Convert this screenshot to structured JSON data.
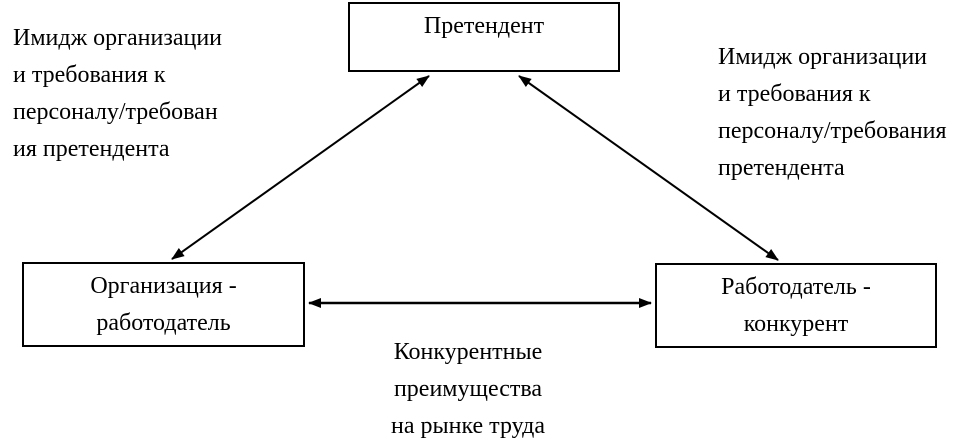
{
  "diagram": {
    "nodes": {
      "applicant": {
        "label": "Претендент"
      },
      "employer": {
        "lines": [
          "Организация -",
          "работодатель"
        ]
      },
      "competitor": {
        "lines": [
          "Работодатель -",
          "конкурент"
        ]
      }
    },
    "annotations": {
      "left": {
        "lines": [
          "Имидж организации",
          "и требования к",
          "персоналу/требован",
          "ия претендента"
        ]
      },
      "right": {
        "lines": [
          "Имидж организации",
          "и требования к",
          "персоналу/требования",
          "претендента"
        ]
      },
      "bottom": {
        "lines": [
          "Конкурентные",
          "преимущества",
          "на рынке труда"
        ]
      }
    },
    "colors": {
      "background": "#ffffff",
      "stroke": "#000000",
      "text": "#000000"
    }
  }
}
